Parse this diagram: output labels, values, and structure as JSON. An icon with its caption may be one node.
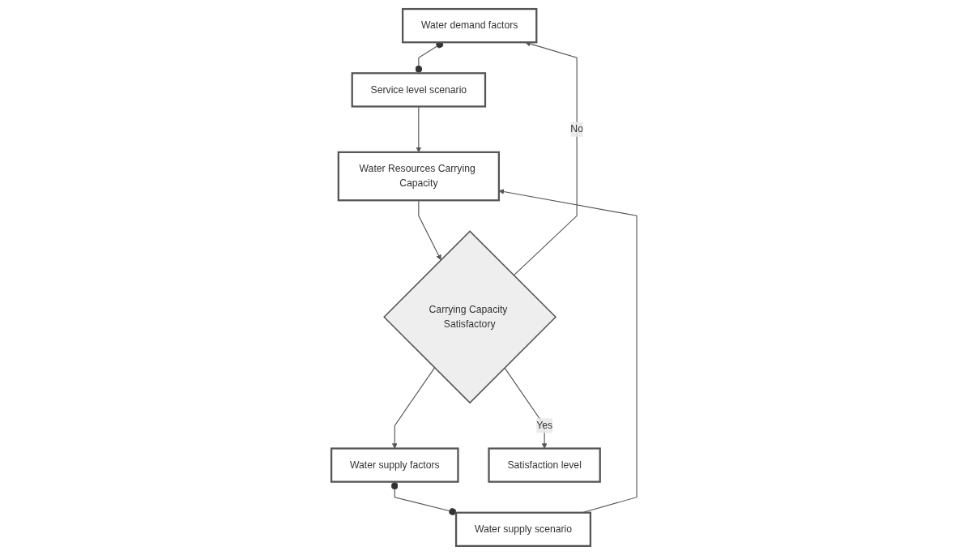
{
  "diagram": {
    "nodes": [
      {
        "text": [
          "Water demand factors"
        ]
      },
      {
        "text": [
          "Water supply factors"
        ]
      },
      {
        "text": [
          "Service level scenario"
        ]
      },
      {
        "text": [
          "Water supply scenario"
        ]
      },
      {
        "text": [
          "Water Resources Carrying Capacity"
        ]
      },
      {
        "text": [
          "Carrying Capacity Satisfactory"
        ]
      },
      {
        "text": [
          "Satisfaction level"
        ]
      }
    ],
    "edges": [
      {
        "from": 0,
        "to": 2,
        "arrow": "other"
      },
      {
        "from": 1,
        "to": 3,
        "arrow": "other"
      },
      {
        "from": 2,
        "to": 4,
        "arrow": "to"
      },
      {
        "from": 3,
        "to": 4,
        "arrow": "to"
      },
      {
        "from": 4,
        "to": 5,
        "arrow": "to"
      },
      {
        "from": 5,
        "to": 0,
        "arrow": "to",
        "label": "No"
      },
      {
        "from": 5,
        "to": 1,
        "arrow": "to"
      },
      {
        "from": 5,
        "to": 6,
        "arrow": "to",
        "label": "Yes"
      }
    ]
  }
}
